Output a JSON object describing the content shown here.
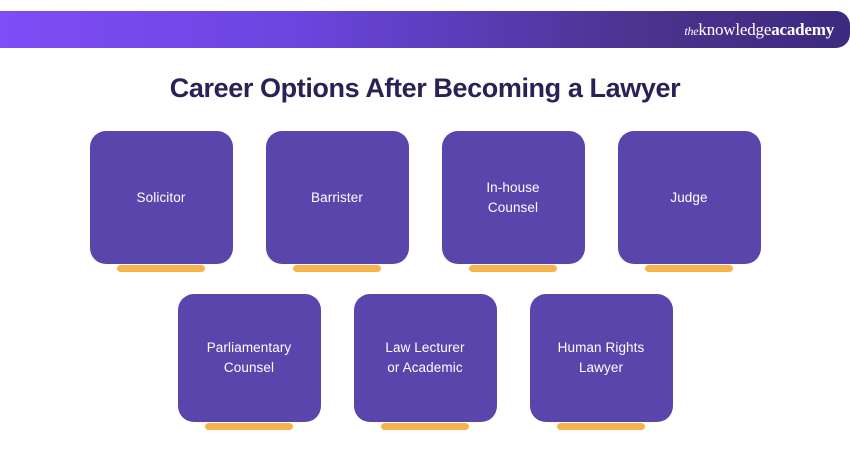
{
  "header": {
    "brand": {
      "the": "the",
      "knowledge": "knowledge",
      "academy": "academy"
    },
    "gradient_start": "#7E4DF7",
    "gradient_end": "#3C2A7E"
  },
  "title": "Career Options After Becoming a Lawyer",
  "colors": {
    "title": "#2B2157",
    "card_bg": "#5A45AD",
    "card_text": "#FFFFFF",
    "accent_bar": "#F8B24E",
    "page_bg": "#FFFFFF"
  },
  "rows": [
    {
      "cards": [
        {
          "label": "Solicitor"
        },
        {
          "label": "Barrister"
        },
        {
          "label": "In-house\nCounsel"
        },
        {
          "label": "Judge"
        }
      ]
    },
    {
      "cards": [
        {
          "label": "Parliamentary\nCounsel"
        },
        {
          "label": "Law Lecturer\nor Academic"
        },
        {
          "label": "Human Rights\nLawyer"
        }
      ]
    }
  ]
}
